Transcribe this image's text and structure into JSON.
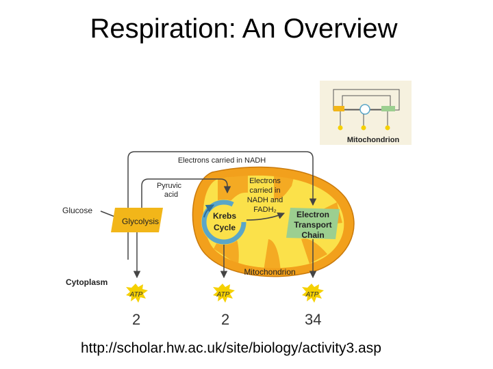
{
  "slide": {
    "title": "Respiration: An Overview",
    "source_url": "http://scholar.hw.ac.uk/site/biology/activity3.asp"
  },
  "inset": {
    "label": "Mitochondrion"
  },
  "diagram": {
    "electrons_nadh_label": "Electrons carried in NADH",
    "pyruvic_acid_label": [
      "Pyruvic",
      "acid"
    ],
    "glucose_label": "Glucose",
    "glycolysis_label": "Glycolysis",
    "krebs_label": [
      "Krebs",
      "Cycle"
    ],
    "electrons_nadh_fadh_label": [
      "Electrons",
      "carried in",
      "NADH and",
      "FADH₂"
    ],
    "etc_label": [
      "Electron",
      "Transport",
      "Chain"
    ],
    "mitochondrion_label": "Mitochondrion",
    "cytoplasm_label": "Cytoplasm",
    "atp_label": "ATP"
  },
  "atp_counts": [
    "2",
    "2",
    "34"
  ],
  "colors": {
    "membrane_orange": "#f2a01c",
    "matrix_yellow": "#fbe14a",
    "krebs_ring": "#5aa6c8",
    "arrow": "#444444",
    "atp_burst": "#f5d000",
    "inset_bg": "#f6f1df"
  }
}
